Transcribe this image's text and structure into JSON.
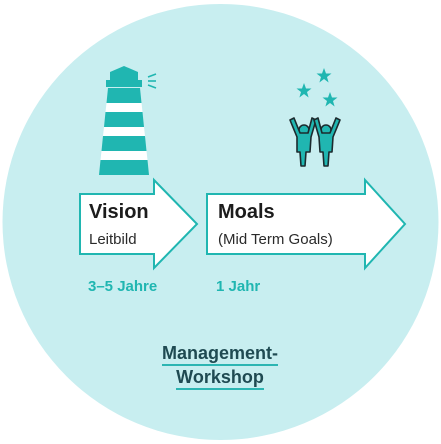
{
  "diagram": {
    "colors": {
      "circle": "#c8eef0",
      "accent": "#20b6b1",
      "arrow_fill": "#ffffff",
      "text_dark": "#1c1c1c",
      "link": "#1f4a52"
    },
    "icons": {
      "lighthouse": "lighthouse-icon",
      "people": "cheering-people-icon",
      "stars": "stars-icon"
    },
    "vision": {
      "title": "Vision",
      "subtitle": "Leitbild",
      "duration": "3–5 Jahre"
    },
    "moals": {
      "title": "Moals",
      "subtitle": "(Mid Term Goals)",
      "duration": "1 Jahr"
    },
    "workshop": {
      "line1": "Management-",
      "line2": "Workshop"
    }
  }
}
